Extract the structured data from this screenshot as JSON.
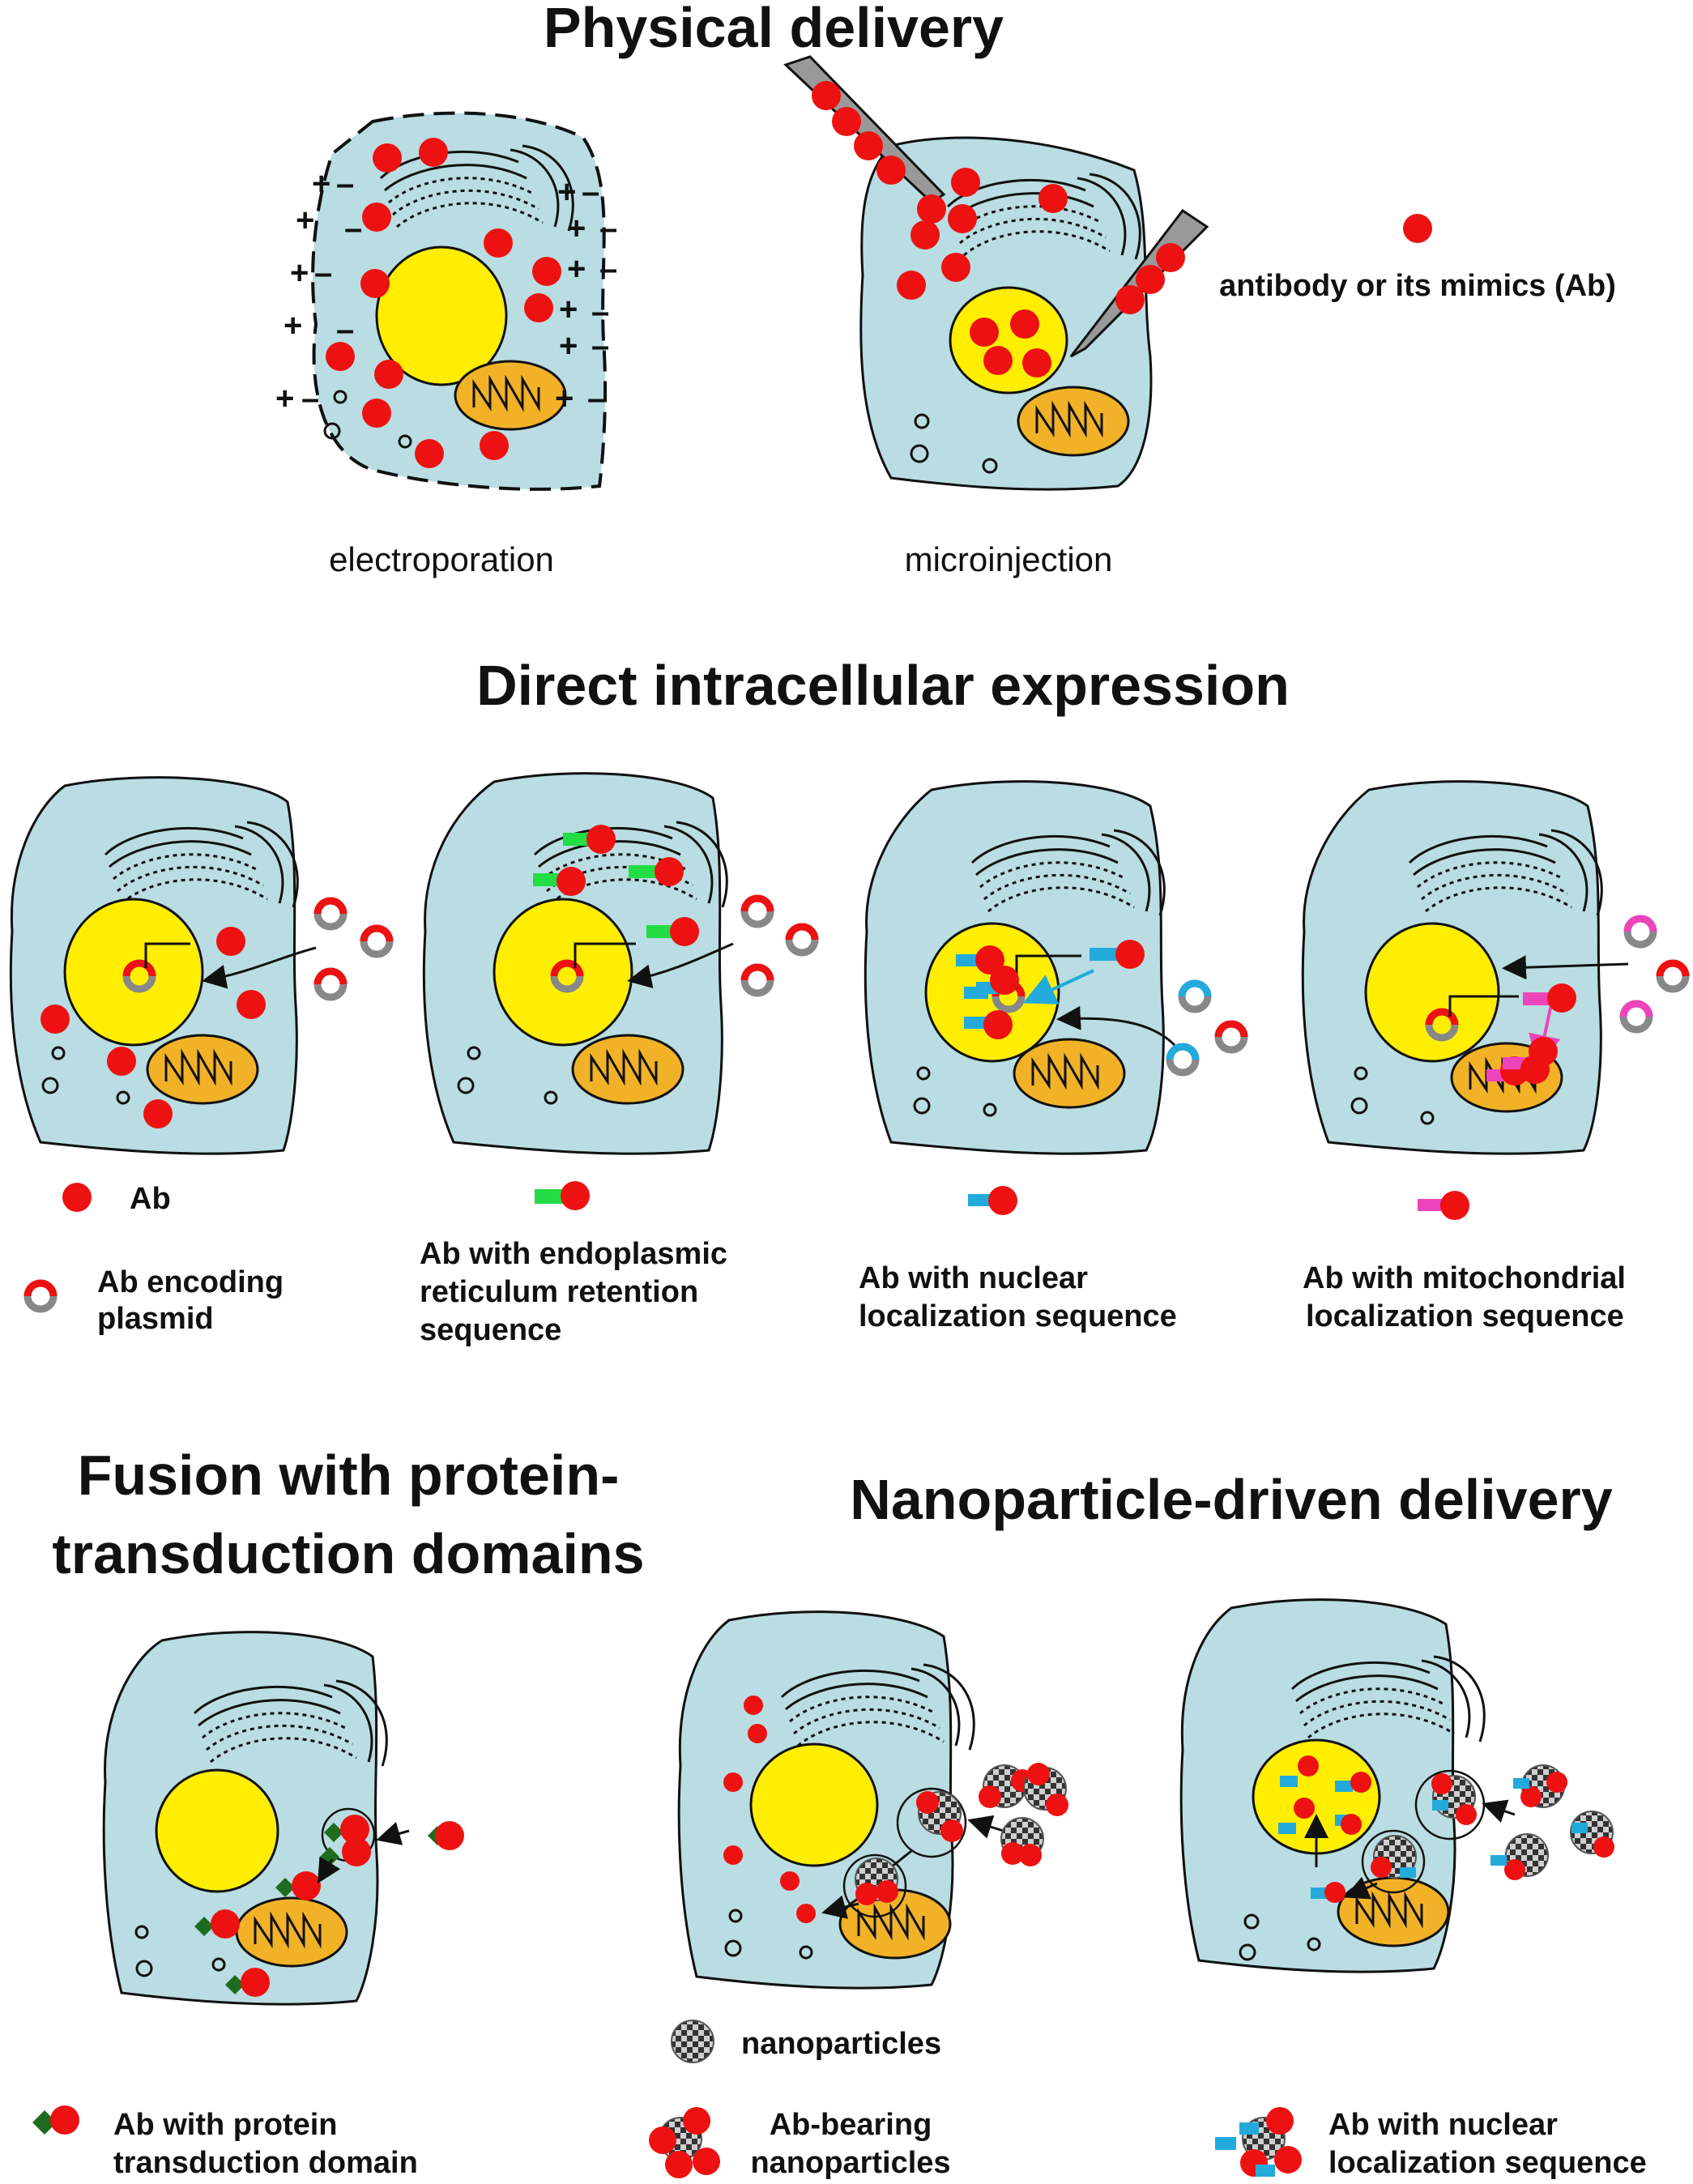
{
  "titles": {
    "physical": "Physical delivery",
    "direct": "Direct intracellular expression",
    "fusion_line1": "Fusion with protein-",
    "fusion_line2": "transduction domains",
    "nano": "Nanoparticle-driven delivery"
  },
  "physical": {
    "electroporation": "electroporation",
    "microinjection": "microinjection",
    "legend_ab": "antibody or its mimics (Ab)"
  },
  "direct": {
    "legend_ab": "Ab",
    "legend_plasmid_1": "Ab encoding",
    "legend_plasmid_2": "plasmid",
    "legend_er_1": "Ab with endoplasmic",
    "legend_er_2": "reticulum retention",
    "legend_er_3": "sequence",
    "legend_nls_1": "Ab with nuclear",
    "legend_nls_2": "localization sequence",
    "legend_mls_1": "Ab with mitochondrial",
    "legend_mls_2": "localization sequence"
  },
  "fusion": {
    "legend_1": "Ab with protein",
    "legend_2": "transduction domain"
  },
  "nano": {
    "legend_np": "nanoparticles",
    "legend_abnp_1": "Ab-bearing",
    "legend_abnp_2": "nanoparticles",
    "legend_nls_1": "Ab with nuclear",
    "legend_nls_2": "localization sequence"
  },
  "colors": {
    "cytoplasm": "#b9dde2",
    "nucleus": "#ffee00",
    "mitochondria": "#f2b227",
    "antibody": "#ee1111",
    "er_retention": "#22dd44",
    "nuclear_seq": "#22aadd",
    "mito_seq": "#ee44bb",
    "ptd": "#1f6b1f"
  }
}
